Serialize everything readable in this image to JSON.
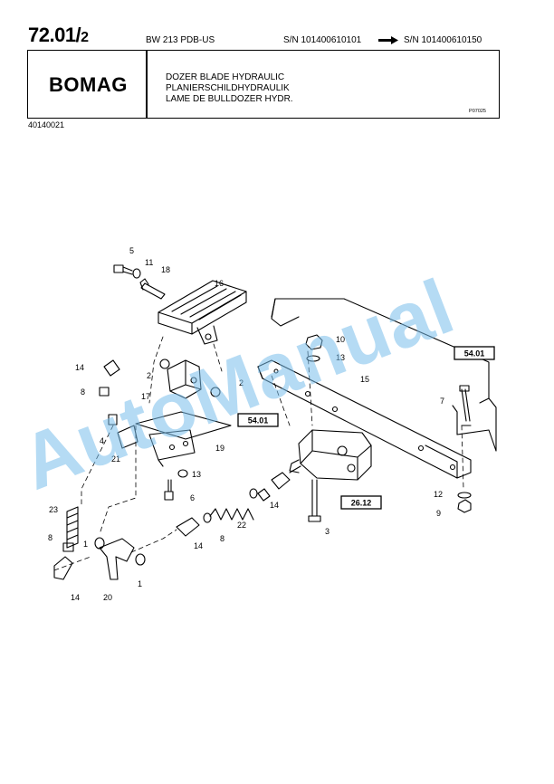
{
  "header": {
    "page_number": "72.01/",
    "page_suffix": "2",
    "model": "BW 213 PDB-US",
    "serial_from": "S/N 101400610101",
    "serial_to": "S/N 101400610150",
    "brand": "BOMAG",
    "title_en": "DOZER BLADE HYDRAULIC",
    "title_de": "PLANIERSCHILDHYDRAULIK",
    "title_fr": "LAME DE BULLDOZER HYDR.",
    "drawing_code": "P07025",
    "document_number": "40140021"
  },
  "diagram": {
    "callouts": [
      "1",
      "1",
      "2",
      "2",
      "3",
      "4",
      "5",
      "6",
      "7",
      "8",
      "8",
      "8",
      "9",
      "10",
      "11",
      "12",
      "13",
      "13",
      "14",
      "14",
      "14",
      "14",
      "15",
      "16",
      "17",
      "18",
      "19",
      "20",
      "21",
      "22",
      "23"
    ],
    "references": [
      "54.01",
      "54.01",
      "26.12"
    ]
  },
  "watermark": "AutoManual"
}
